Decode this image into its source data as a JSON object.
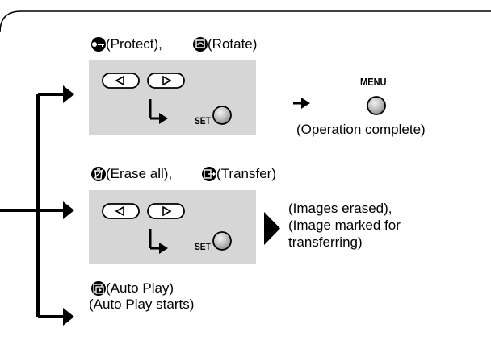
{
  "groups": [
    {
      "functions": [
        "(Protect),",
        "(Rotate)"
      ],
      "set_label": "SET",
      "result_key_label": "MENU",
      "result_text": "(Operation complete)"
    },
    {
      "functions": [
        "(Erase all),",
        "(Transfer)"
      ],
      "set_label": "SET",
      "result_text": "(Images erased),\n(Image marked for\ntransferring)"
    },
    {
      "functions": [
        "(Auto Play)"
      ],
      "result_text": "(Auto Play starts)"
    }
  ],
  "icons": [
    "protect-icon",
    "rotate-icon",
    "erase-all-icon",
    "transfer-icon",
    "auto-play-icon",
    "left-arrow-button-icon",
    "right-arrow-button-icon",
    "set-button-icon",
    "menu-button-icon"
  ],
  "colors": {
    "panel": "#d6d6d6",
    "ink": "#000000",
    "button_fill": "#c9c9c9"
  }
}
